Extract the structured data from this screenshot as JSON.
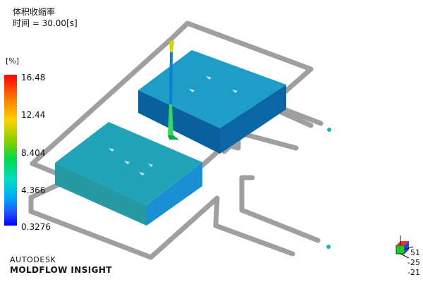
{
  "title": "体积收缩率",
  "time_label": "时间 = 30.00[s]",
  "legend": {
    "unit": "[%]",
    "ticks": [
      "16.48",
      "12.44",
      "8.404",
      "4.366",
      "0.3276"
    ]
  },
  "branding": {
    "company": "AUTODESK",
    "product": "MOLDFLOW INSIGHT"
  },
  "triad": {
    "x": "51",
    "y": "-25",
    "z": "-21"
  },
  "colors": {
    "pipe": "#a9a9a9",
    "part_top": "#1aa0c4",
    "part_side": "#0d6fa8"
  }
}
